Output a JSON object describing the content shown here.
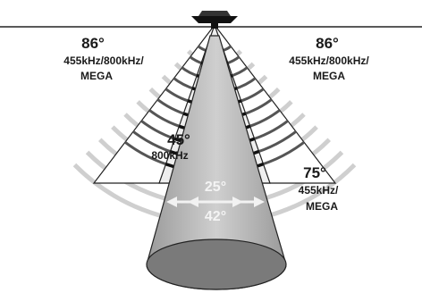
{
  "diagram": {
    "left_cone": {
      "angle": "86°",
      "freq": "455kHz/800kHz/",
      "mode": "MEGA"
    },
    "right_cone": {
      "angle": "86°",
      "freq": "455kHz/800kHz/",
      "mode": "MEGA"
    },
    "mid_cone": {
      "angle": "45°",
      "freq": "800kHz"
    },
    "side_cone": {
      "angle": "75°",
      "freq": "455kHz/",
      "mode": "MEGA"
    },
    "narrow_cone": {
      "angle": "25°"
    },
    "wide_cone": {
      "angle": "42°"
    }
  }
}
